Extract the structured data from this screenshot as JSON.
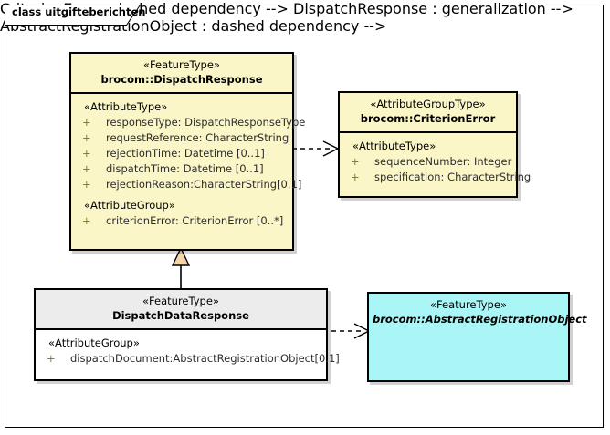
{
  "frame": {
    "title": "class uitgifteberichten"
  },
  "classes": {
    "dispatch_response": {
      "stereotype": "«FeatureType»",
      "name": "brocom::DispatchResponse",
      "sections": [
        {
          "group": "«AttributeType»",
          "attributes": [
            {
              "visibility": "+",
              "text": "responseType: DispatchResponseType"
            },
            {
              "visibility": "+",
              "text": "requestReference: CharacterString"
            },
            {
              "visibility": "+",
              "text": "rejectionTime: Datetime [0..1]"
            },
            {
              "visibility": "+",
              "text": "dispatchTime: Datetime [0..1]"
            },
            {
              "visibility": "+",
              "text": "rejectionReason:CharacterString[0.1]"
            }
          ]
        },
        {
          "group": "«AttributeGroup»",
          "attributes": [
            {
              "visibility": "+",
              "text": "criterionError: CriterionError [0..*]"
            }
          ]
        }
      ]
    },
    "criterion_error": {
      "stereotype": "«AttributeGroupType»",
      "name": "brocom::CriterionError",
      "sections": [
        {
          "group": "«AttributeType»",
          "attributes": [
            {
              "visibility": "+",
              "text": "sequenceNumber: Integer"
            },
            {
              "visibility": "+",
              "text": "specification: CharacterString"
            }
          ]
        }
      ]
    },
    "dispatch_data_response": {
      "stereotype": "«FeatureType»",
      "name": "DispatchDataResponse",
      "sections": [
        {
          "group": "«AttributeGroup»",
          "attributes": [
            {
              "visibility": "+",
              "text": "dispatchDocument:AbstractRegistrationObject[0.1]"
            }
          ]
        }
      ]
    },
    "abstract_registration_object": {
      "stereotype": "«FeatureType»",
      "name": "brocom::AbstractRegistrationObject",
      "sections": []
    }
  },
  "connectors": {
    "dispatch_to_criterion": "dependency-dashed-open-arrow",
    "datresponse_to_dispatch": "generalization-hollow-triangle",
    "datresponse_to_abstract": "dependency-dashed-open-arrow"
  },
  "colors": {
    "feature_type_fill": "#faf6c8",
    "attribute_group_fill": "#faf6c8",
    "gray_header_fill": "#ececec",
    "abstract_fill": "#aaf5f5",
    "border": "#000000",
    "visibility_plus": "#7d7d3a",
    "generalization_triangle_fill": "#f5d6ab"
  }
}
